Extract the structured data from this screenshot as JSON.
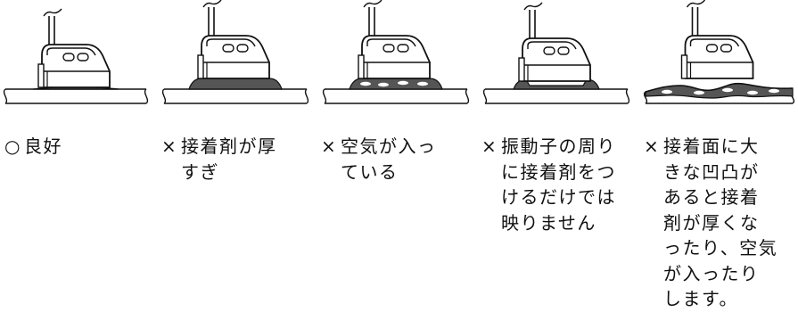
{
  "panels": [
    {
      "mark": "○",
      "lines": [
        "良好"
      ],
      "colors": {
        "adhesive": "#555555"
      },
      "icon": "probe-on-surface"
    },
    {
      "mark": "×",
      "lines": [
        "接着剤が厚",
        "すぎ"
      ],
      "colors": {
        "adhesive": "#555555"
      },
      "icon": "probe-on-surface"
    },
    {
      "mark": "×",
      "lines": [
        "空気が入っ",
        "ている"
      ],
      "colors": {
        "adhesive": "#555555",
        "bubbles": "#ffffff"
      },
      "icon": "probe-on-surface"
    },
    {
      "mark": "×",
      "lines": [
        "振動子の周り",
        "に接着剤をつ",
        "けるだけでは",
        "映りません"
      ],
      "colors": {
        "adhesive": "#555555"
      },
      "icon": "probe-on-surface"
    },
    {
      "mark": "×",
      "lines": [
        "接着面に大",
        "きな凹凸が",
        "あると接着",
        "剤が厚くな",
        "ったり、空気",
        "が入ったり",
        "します。"
      ],
      "colors": {
        "adhesive": "#555555",
        "bubbles": "#ffffff"
      },
      "icon": "probe-on-surface"
    }
  ]
}
